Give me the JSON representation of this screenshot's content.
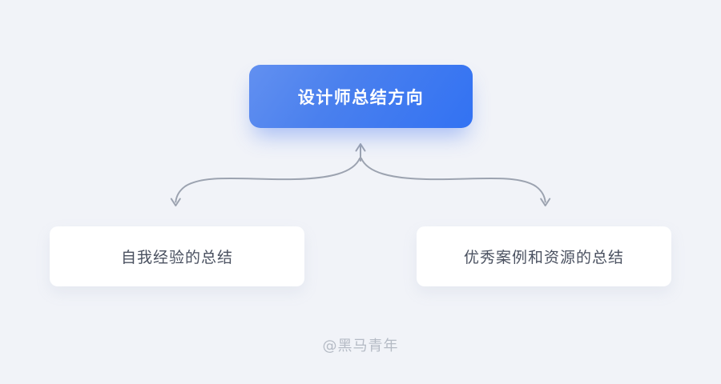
{
  "diagram": {
    "root": {
      "label": "设计师总结方向"
    },
    "children": [
      {
        "label": "自我经验的总结"
      },
      {
        "label": "优秀案例和资源的总结"
      }
    ],
    "watermark": "@黑马青年"
  },
  "colors": {
    "background": "#F1F3F8",
    "root_gradient_start": "#6290F0",
    "root_gradient_end": "#3272F3",
    "root_text": "#FFFFFF",
    "child_background": "#FFFFFF",
    "child_text": "#4A5160",
    "arrow": "#9CA3B0",
    "watermark_text": "#B5BBC5"
  }
}
